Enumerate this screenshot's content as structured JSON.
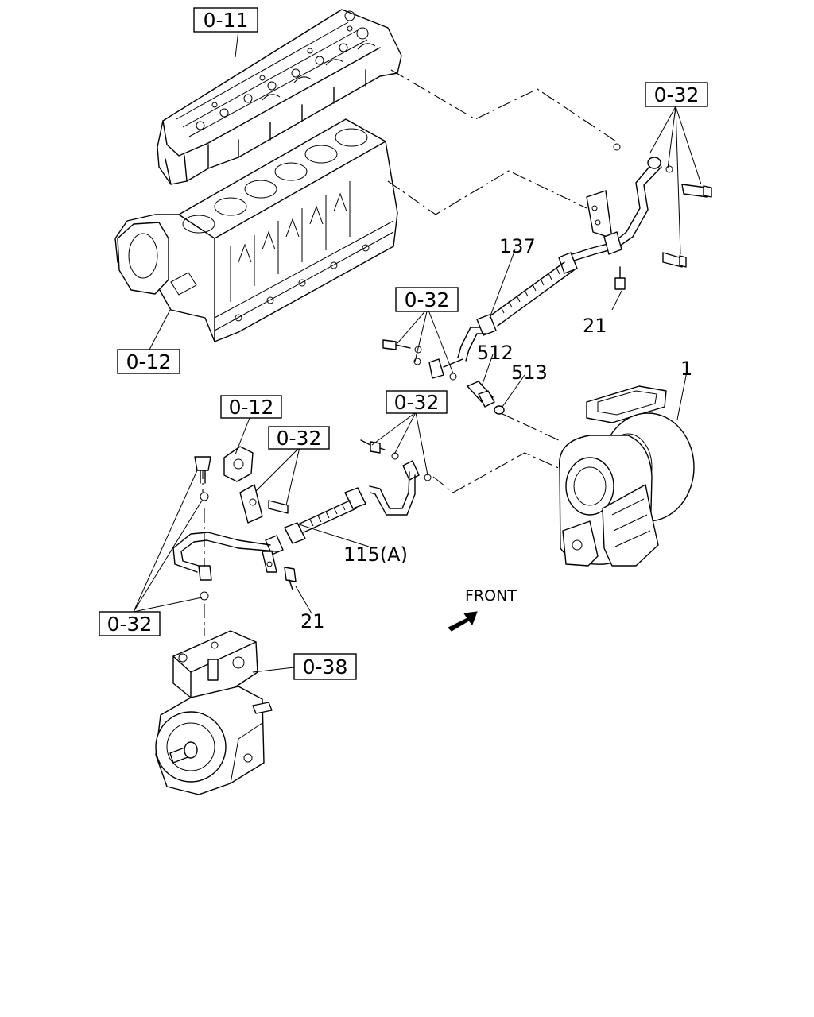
{
  "boxed_refs": {
    "cylinder_head": "0-11",
    "block_top": "0-12",
    "clamp_top_right": "0-32",
    "clamp_mid": "0-32",
    "bracket_ref": "0-12",
    "bracket_bolts": "0-32",
    "hose_fittings": "0-32",
    "compressor_fittings": "0-32",
    "compressor": "0-38"
  },
  "part_numbers": {
    "pipe_upper": "137",
    "bolt_upper": "21",
    "connector": "512",
    "gasket": "513",
    "turbocharger": "1",
    "pipe_lower": "115(A)",
    "bolt_lower": "21"
  },
  "front_label": "FRONT"
}
